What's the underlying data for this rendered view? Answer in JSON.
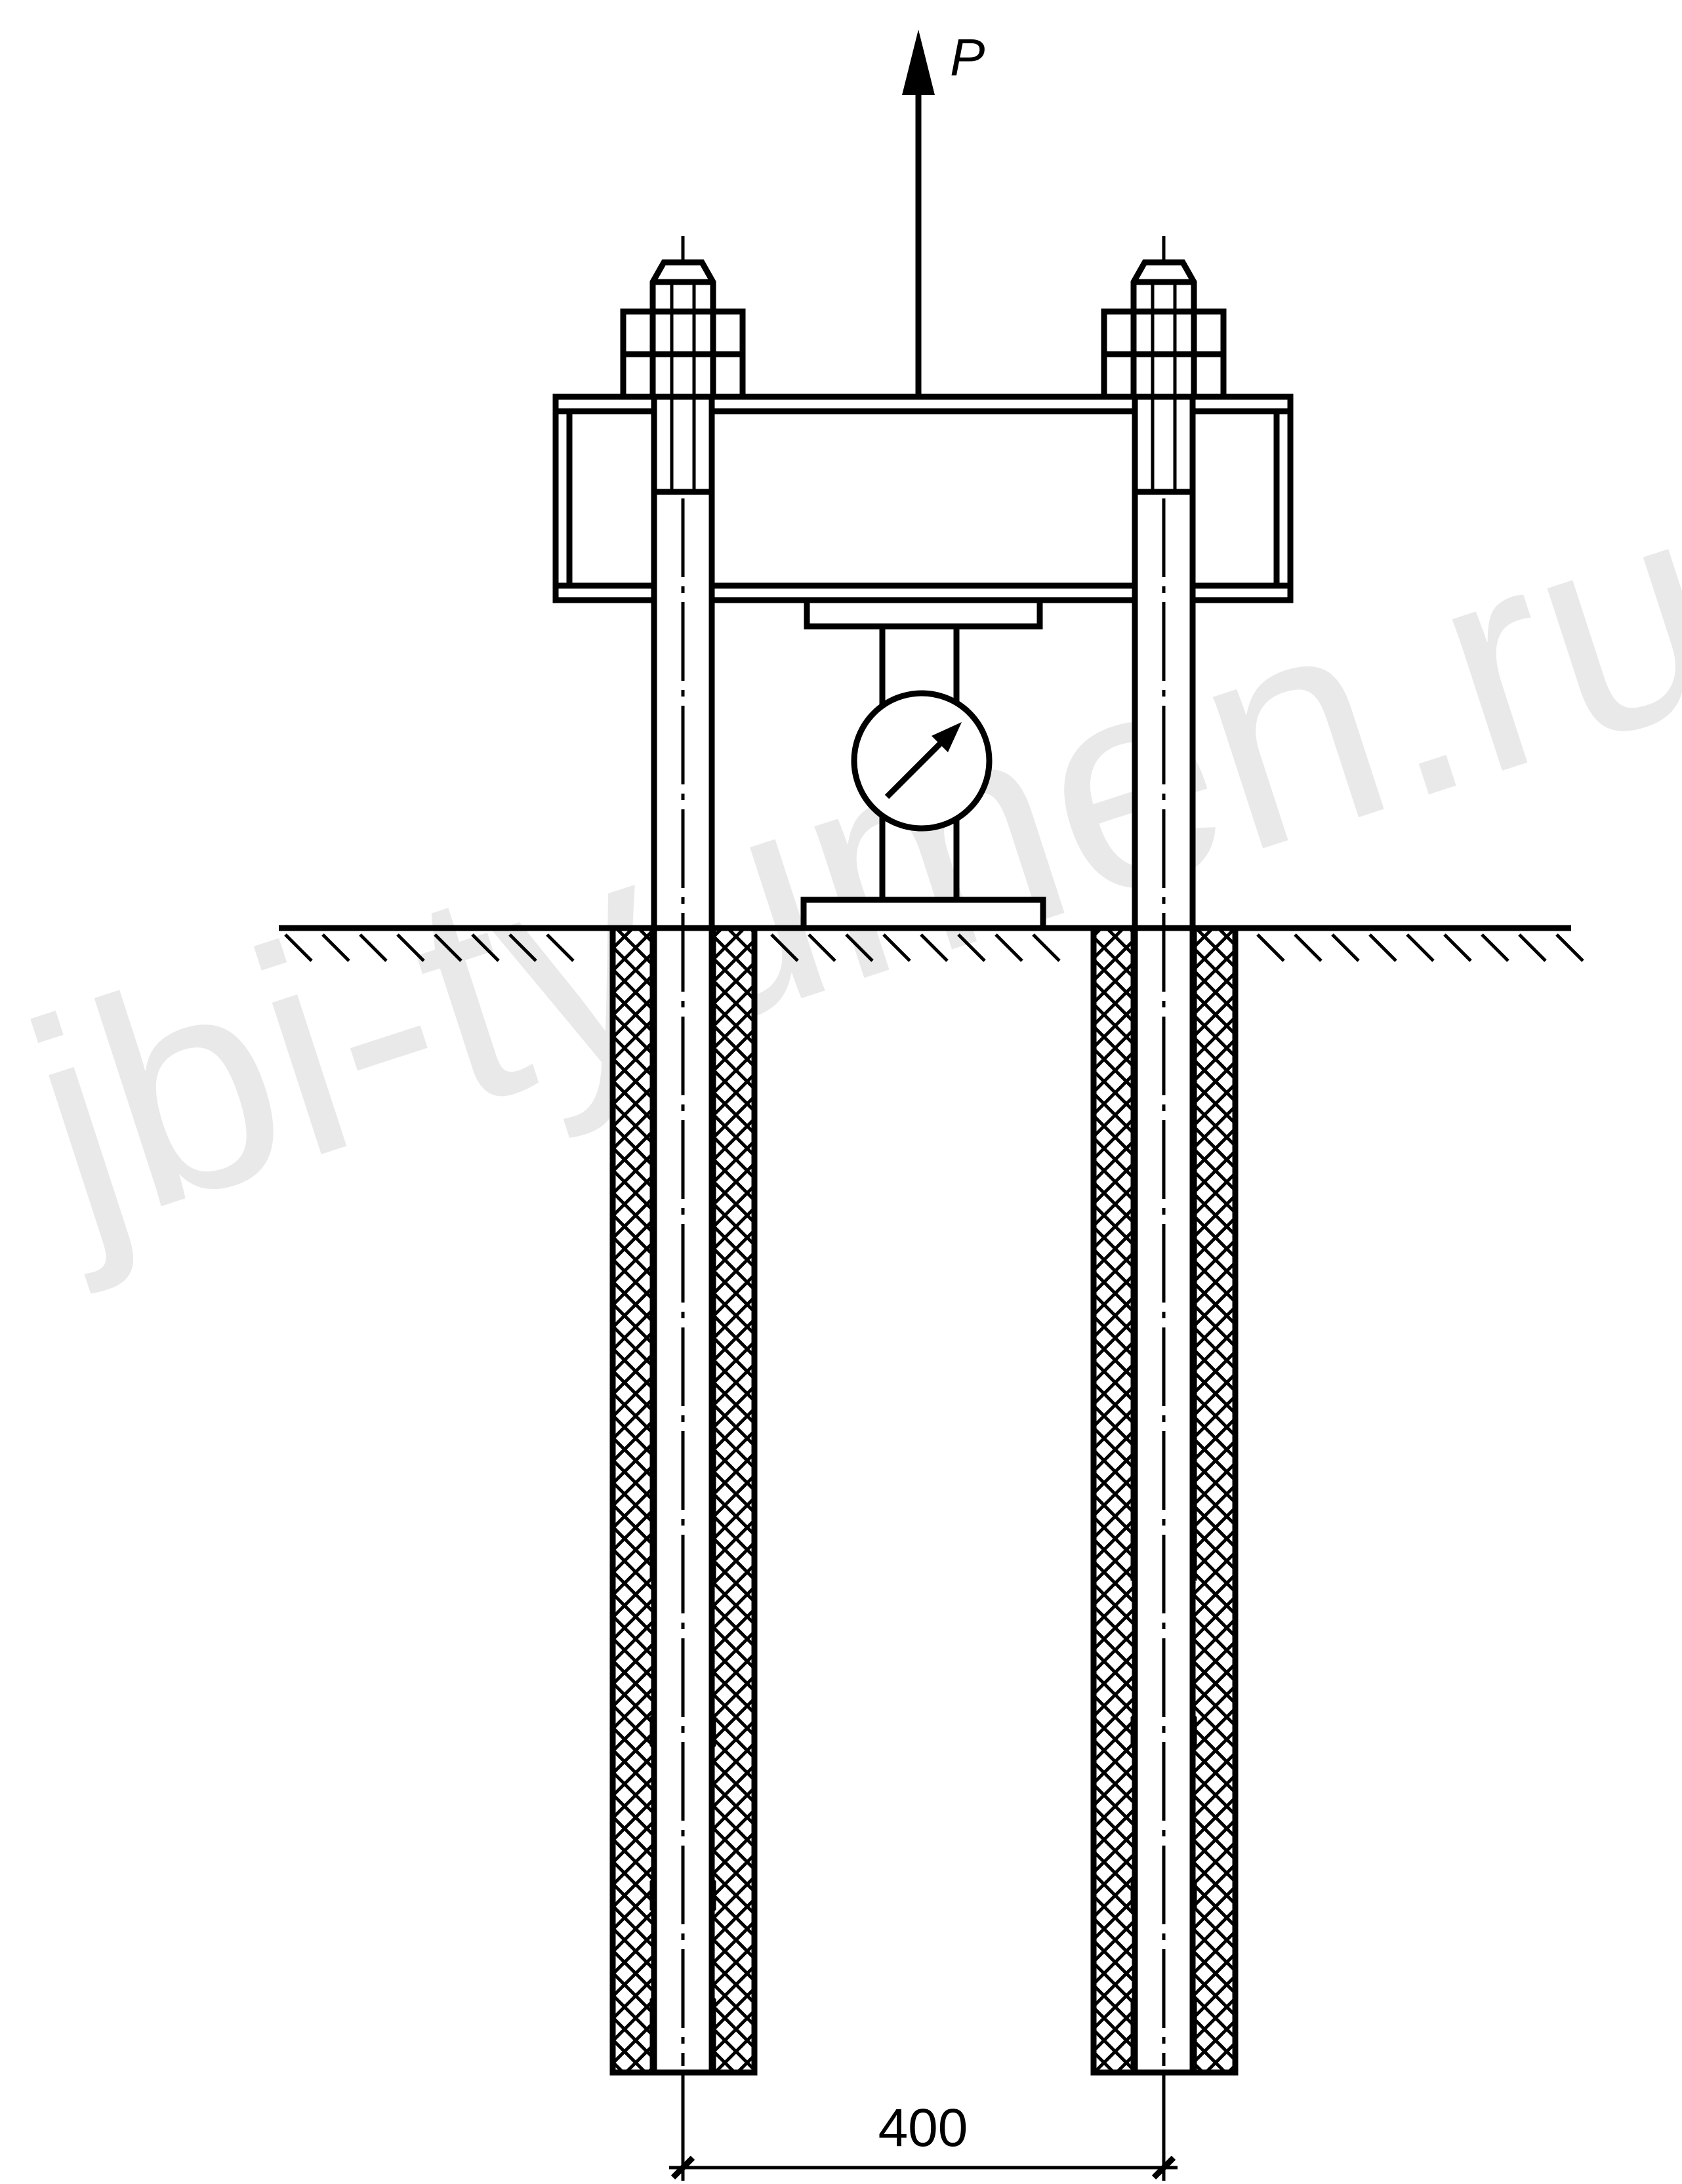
{
  "diagram": {
    "load_label": "P",
    "spacing_dimension": "400",
    "watermark": "jbi-tyumen.ru"
  },
  "colors": {
    "line": "#000000",
    "background": "#ffffff",
    "watermark": "#e9e9e9"
  },
  "icons": {
    "gauge": "dial-gauge-icon",
    "load_arrow": "arrow-up-icon"
  }
}
